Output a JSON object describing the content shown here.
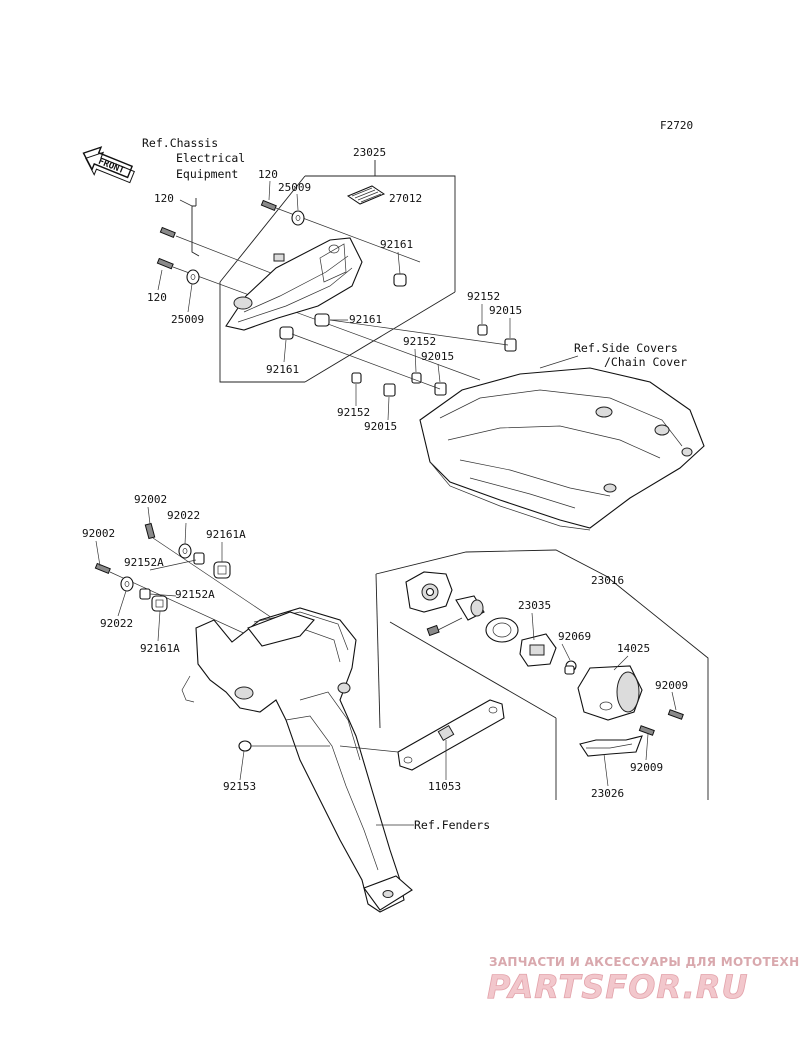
{
  "diagram_code": "F2720",
  "front_badge": "FRONT",
  "refs": {
    "chassis_1": "Ref.Chassis",
    "chassis_2": "Electrical",
    "chassis_3": "Equipment",
    "side_1": "Ref.Side Covers",
    "side_2": "/Chain Cover",
    "fenders": "Ref.Fenders"
  },
  "parts": {
    "p23025": "23025",
    "p27012": "27012",
    "p120a": "120",
    "p120b": "120",
    "p120c": "120",
    "p25009a": "25009",
    "p25009b": "25009",
    "p92161a": "92161",
    "p92161b": "92161",
    "p92161c": "92161",
    "p92152a": "92152",
    "p92015a": "92015",
    "p92152b": "92152",
    "p92015b": "92015",
    "p92152c": "92152",
    "p92015c": "92015",
    "p92002a": "92002",
    "p92022a": "92022",
    "p92002b": "92002",
    "p92152Aa": "92152A",
    "p92161Aa": "92161A",
    "p92152Ab": "92152A",
    "p92022b": "92022",
    "p92161Ab": "92161A",
    "p92153": "92153",
    "p11053": "11053",
    "p23016": "23016",
    "p23035": "23035",
    "p92069": "92069",
    "p14025": "14025",
    "p92009a": "92009",
    "p92009b": "92009",
    "p23026": "23026"
  },
  "watermark": {
    "line": "ЗАПЧАСТИ И АКСЕССУАРЫ ДЛЯ МОТОТЕХНИКИ",
    "logo": "PARTSFOR.RU"
  }
}
